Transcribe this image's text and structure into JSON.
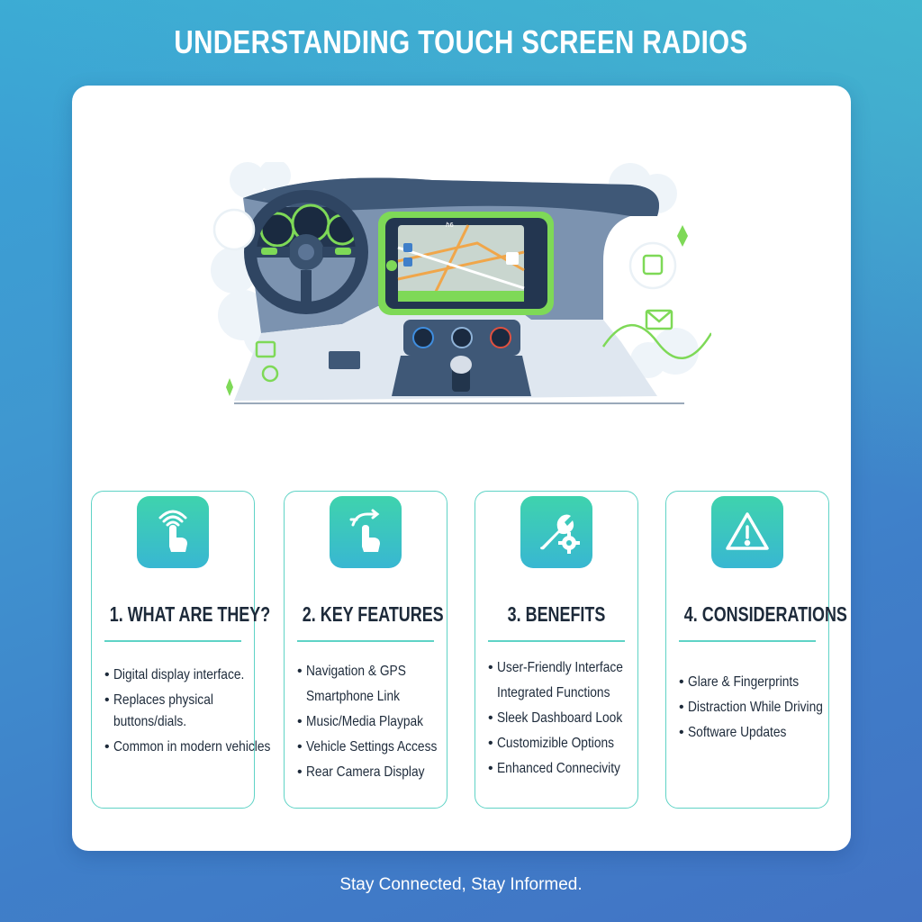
{
  "header": {
    "title": "UNDERSTANDING TOUCH SCREEN RADIOS"
  },
  "illustration": {
    "screen_text": "ℏ6",
    "accent_color": "#7ed957",
    "icons": [
      "speedometer-icon",
      "steering-wheel-icon",
      "navigation-map-icon",
      "play-icon",
      "music-icon",
      "car-icon",
      "mail-icon",
      "location-pin-icon",
      "sparkle-icon"
    ]
  },
  "cards": [
    {
      "icon": "touch-wave-hand-icon",
      "title": "1. WHAT ARE THEY?",
      "items": [
        {
          "bullet": "•",
          "text": "Digital display interface."
        },
        {
          "bullet": "•",
          "text": "Replaces physical"
        },
        {
          "bullet": "",
          "text": "buttons/dials."
        },
        {
          "bullet": "•",
          "text": "Common in modern vehicles"
        }
      ]
    },
    {
      "icon": "swipe-hand-icon",
      "title": "2. KEY FEATURES",
      "items": [
        {
          "bullet": "•",
          "text": "Navigation & GPS"
        },
        {
          "bullet": "",
          "text": "Smartphone Link"
        },
        {
          "bullet": "•",
          "text": "Music/Media Playpak"
        },
        {
          "bullet": "•",
          "text": "Vehicle Settings Access"
        },
        {
          "bullet": "•",
          "text": "Rear Camera Display"
        }
      ]
    },
    {
      "icon": "wrench-gear-icon",
      "title": "3. BENEFITS",
      "items": [
        {
          "bullet": "•",
          "text": "User-Friendly Interface"
        },
        {
          "bullet": "",
          "text": "Integrated Functions"
        },
        {
          "bullet": "•",
          "text": "Sleek Dashboard Look"
        },
        {
          "bullet": "•",
          "text": "Customizible Options"
        },
        {
          "bullet": "•",
          "text": "Enhanced Connecivity"
        }
      ]
    },
    {
      "icon": "warning-triangle-icon",
      "title": "4. CONSIDERATIONS",
      "items": [
        {
          "bullet": "•",
          "text": "Glare & Fingerprints"
        },
        {
          "bullet": "•",
          "text": "Distraction While Driving"
        },
        {
          "bullet": "•",
          "text": "Software Updates"
        }
      ]
    }
  ],
  "footer": {
    "text": "Stay Connected, Stay Informed."
  },
  "colors": {
    "card_border": "#5fd3c6",
    "icon_gradient_top": "#3fd3ad",
    "icon_gradient_bottom": "#38b7d2",
    "text": "#1d2a3a"
  }
}
